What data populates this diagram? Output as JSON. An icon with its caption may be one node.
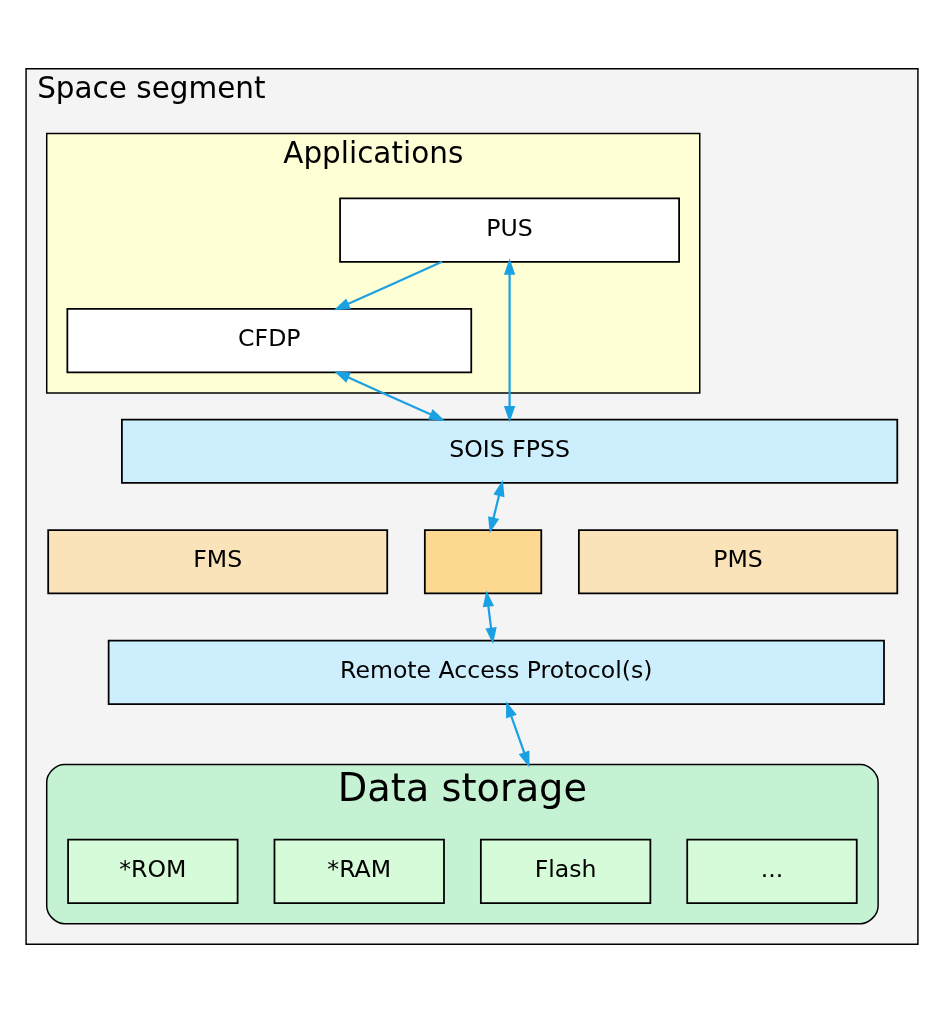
{
  "diagram": {
    "nodes": [
      {
        "text": [
          "Space segment"
        ]
      },
      {
        "text": [
          "Applications"
        ],
        "in": 0
      },
      {
        "text": [
          "PUS"
        ],
        "in": 1
      },
      {
        "text": [
          "CFDP"
        ],
        "in": 1
      },
      {
        "text": [
          "SOIS FPSS"
        ],
        "in": 0
      },
      {
        "text": [
          "FMS"
        ],
        "in": 0
      },
      {
        "text": [],
        "shape": "box",
        "in": 0
      },
      {
        "text": [
          "PMS"
        ],
        "in": 0
      },
      {
        "text": [
          "Remote Access Protocol(s)"
        ],
        "in": 0
      },
      {
        "text": [
          "Data storage"
        ],
        "in": 0
      },
      {
        "text": [
          "*ROM"
        ],
        "in": 9
      },
      {
        "text": [
          "*RAM"
        ],
        "in": 9
      },
      {
        "text": [
          "Flash"
        ],
        "in": 9
      },
      {
        "text": [
          "..."
        ],
        "in": 9
      }
    ],
    "edges": [
      {
        "from": 2,
        "to": 3,
        "arrow": "to"
      },
      {
        "from": 2,
        "to": 4,
        "arrow": "both"
      },
      {
        "from": 3,
        "to": 4,
        "arrow": "both"
      },
      {
        "from": 4,
        "to": 6,
        "arrow": "both"
      },
      {
        "from": 6,
        "to": 8,
        "arrow": "both"
      },
      {
        "from": 8,
        "to": 9,
        "arrow": "both"
      }
    ]
  }
}
